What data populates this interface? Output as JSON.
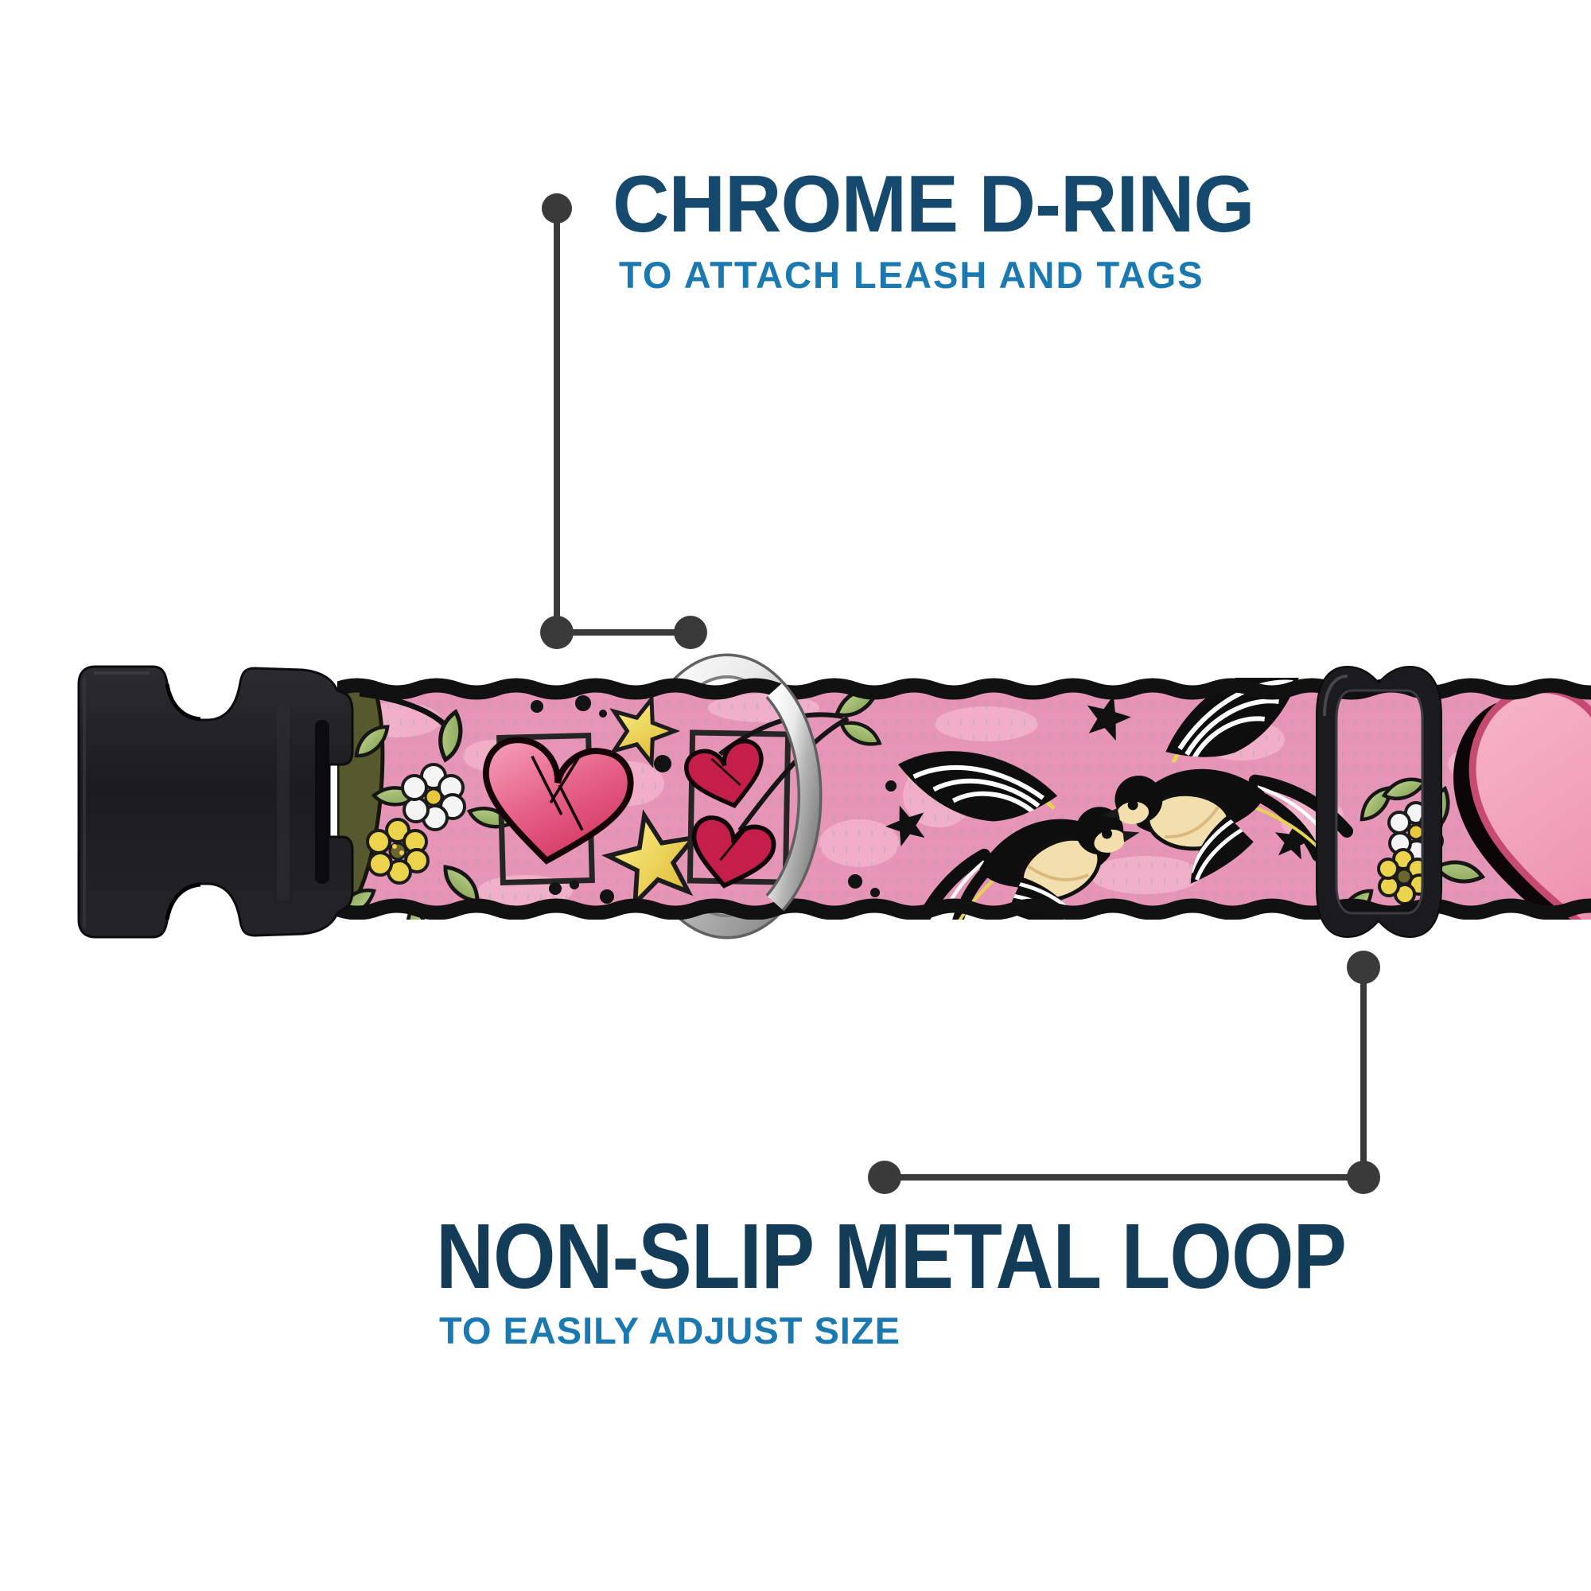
{
  "callouts": {
    "top": {
      "title": "CHROME D-RING",
      "subtitle": "TO ATTACH LEASH AND TAGS"
    },
    "bottom": {
      "title": "NON-SLIP METAL LOOP",
      "subtitle": "TO EASILY ADJUST SIZE"
    }
  },
  "colors": {
    "title_top": "#15496d",
    "title_bottom": "#133c59",
    "subtitle_blue": "#1b79b1",
    "callout_line": "#3a3a3a",
    "background": "#ffffff",
    "webbing_pink": "#e795b6",
    "webbing_pink_light": "#f3b6cc",
    "webbing_edge_black": "#111111",
    "buckle_black": "#202023",
    "slider_black": "#1b1b1e",
    "ring_silver": "#d9d9d9",
    "heart_red": "#d23760",
    "cherry_red": "#c2194a",
    "star_yellow": "#f2da4e",
    "leaf_green": "#9cba6e",
    "swallow_cream": "#f3dfae"
  },
  "product_parts": {
    "buckle": "black plastic side-release buckle",
    "d_ring": "chrome D-ring",
    "slider": "black metal adjustment loop",
    "webbing": "pink tattoo-print collar webbing",
    "motifs": [
      "hearts",
      "cherries",
      "stars",
      "swallows",
      "flowers"
    ]
  }
}
